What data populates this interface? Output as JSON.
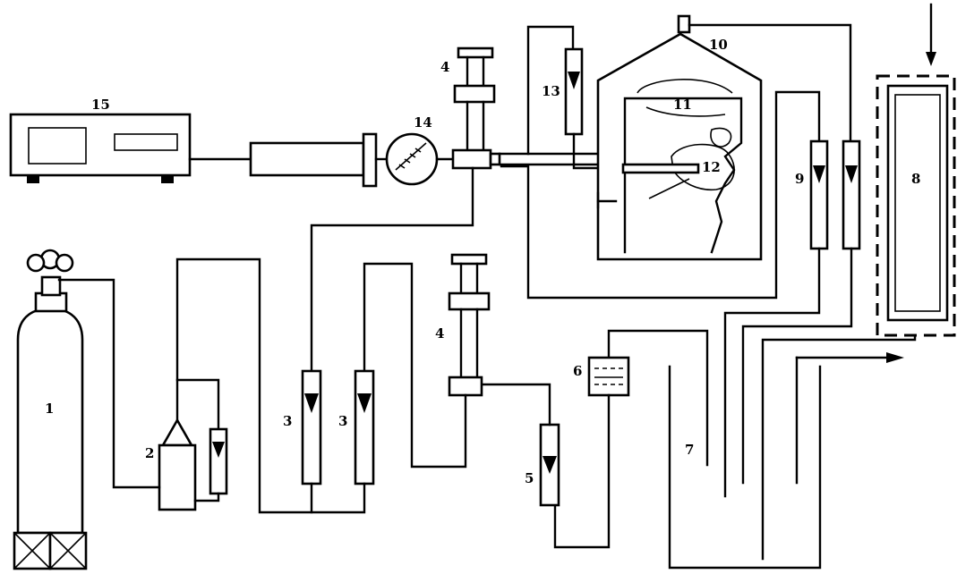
{
  "diagram": {
    "labels": {
      "cylinder": "1",
      "regulator": "2",
      "flowmeter_pair": "3",
      "mixing_valve_upper": "4",
      "mixing_valve_lower": "4",
      "flowmeter_lower": "5",
      "humidifier": "6",
      "water_tank": "7",
      "analyzer": "8",
      "flowmeters_right": "9",
      "chamber": "10",
      "head_form": "11",
      "respirator": "12",
      "flowmeter_top": "13",
      "pressure_gauge": "14",
      "controller": "15"
    }
  }
}
